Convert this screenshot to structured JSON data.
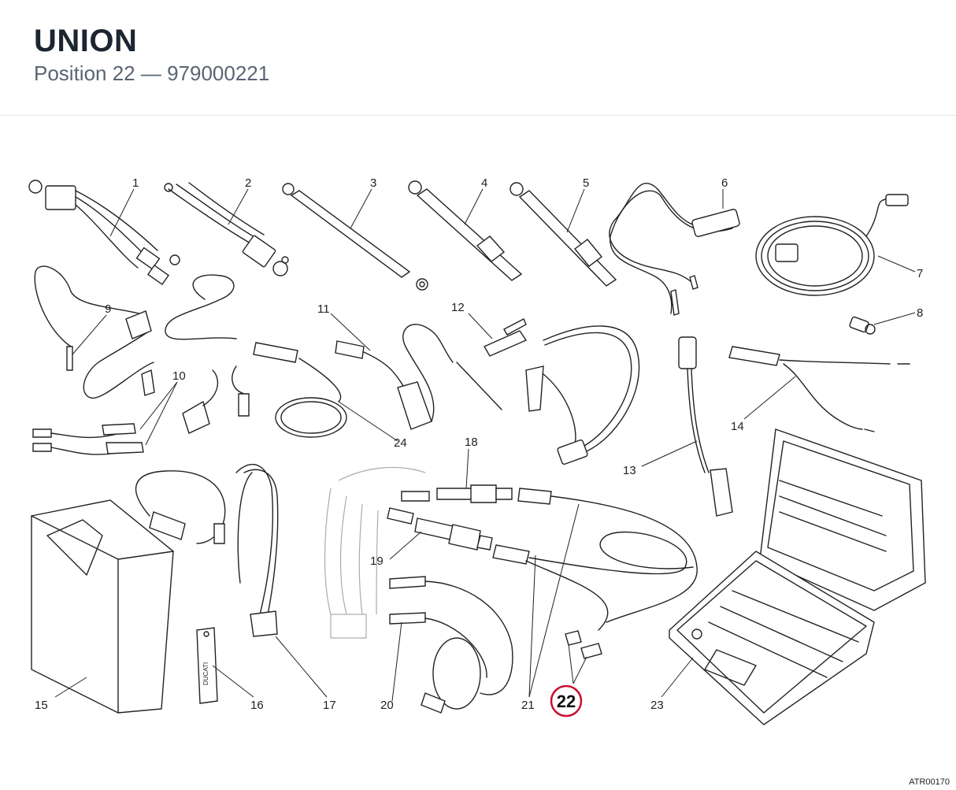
{
  "header": {
    "title": "UNION",
    "subtitle": "Position 22 — 979000221"
  },
  "diagram": {
    "reference_code": "ATR00170",
    "highlight_color": "#c8102e",
    "highlighted_position": "22",
    "callouts": [
      "1",
      "2",
      "3",
      "4",
      "5",
      "6",
      "7",
      "8",
      "9",
      "10",
      "11",
      "12",
      "13",
      "14",
      "15",
      "16",
      "17",
      "18",
      "19",
      "20",
      "21",
      "22",
      "23",
      "24"
    ],
    "tag_text": "DUCATI"
  }
}
